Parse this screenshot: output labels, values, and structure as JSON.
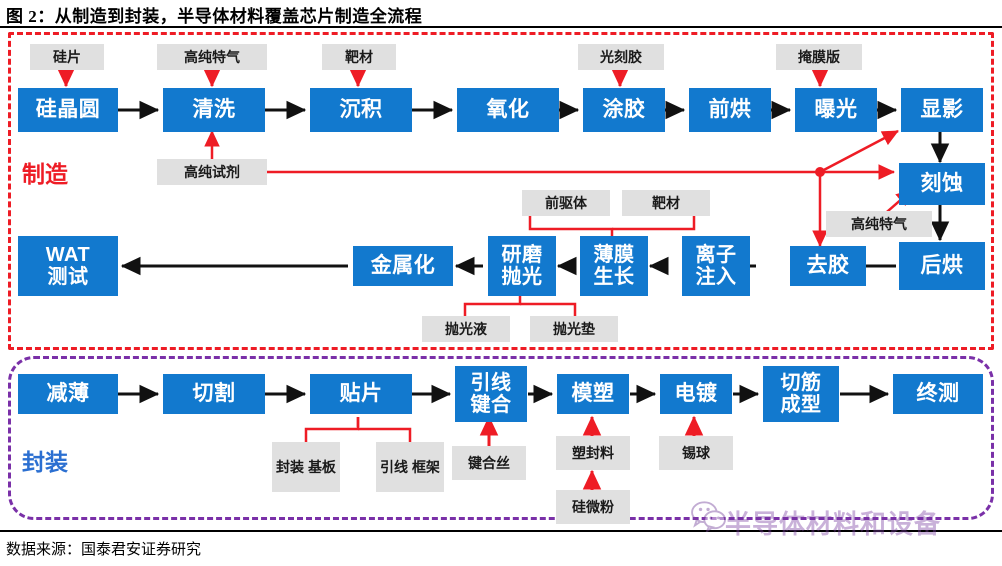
{
  "header": {
    "figure_title": "图 2：从制造到封装，半导体材料覆盖芯片制造全流程",
    "source": "数据来源：国泰君安证券研究"
  },
  "watermark": {
    "text": "半导体材料和设备",
    "icon": "wechat-icon"
  },
  "colors": {
    "process_blue": "#1279ce",
    "material_gray": "#e0e0e0",
    "manufacturing_red": "#ee1c25",
    "packaging_purple": "#7a30a8",
    "packaging_label_blue": "#2b6fd1",
    "arrow_black": "#111111",
    "arrow_red": "#ee1c25"
  },
  "zones": [
    {
      "id": "manufacturing",
      "label": "制造",
      "border_style": "dashed",
      "border_color": "#ee1c25"
    },
    {
      "id": "packaging",
      "label": "封装",
      "border_style": "dashed",
      "border_color": "#7a30a8"
    }
  ],
  "manufacturing": {
    "row1": [
      {
        "id": "p-silicon-wafer",
        "label": "硅晶圆"
      },
      {
        "id": "p-clean",
        "label": "清洗"
      },
      {
        "id": "p-deposit",
        "label": "沉积"
      },
      {
        "id": "p-oxidize",
        "label": "氧化"
      },
      {
        "id": "p-coat",
        "label": "涂胶"
      },
      {
        "id": "p-prebake",
        "label": "前烘"
      },
      {
        "id": "p-expose",
        "label": "曝光"
      },
      {
        "id": "p-develop",
        "label": "显影"
      }
    ],
    "row1_materials": [
      {
        "id": "m-silicon-slice",
        "label": "硅片"
      },
      {
        "id": "m-specialty-gas-1",
        "label": "高纯特气"
      },
      {
        "id": "m-target-1",
        "label": "靶材"
      },
      {
        "id": "m-photoresist",
        "label": "光刻胶"
      },
      {
        "id": "m-mask",
        "label": "掩膜版"
      }
    ],
    "right_column": [
      {
        "id": "p-etch",
        "label": "刻蚀"
      },
      {
        "id": "p-postbake",
        "label": "后烘"
      }
    ],
    "row2": [
      {
        "id": "p-wat-test",
        "line1": "WAT",
        "line2": "测试"
      },
      {
        "id": "p-metalize",
        "label": "金属化"
      },
      {
        "id": "p-cmp",
        "line1": "研磨",
        "line2": "抛光"
      },
      {
        "id": "p-film-grow",
        "line1": "薄膜",
        "line2": "生长"
      },
      {
        "id": "p-implant",
        "line1": "离子",
        "line2": "注入"
      },
      {
        "id": "p-strip",
        "label": "去胶"
      }
    ],
    "row2_materials": [
      {
        "id": "m-precursor",
        "label": "前驱体"
      },
      {
        "id": "m-target-2",
        "label": "靶材"
      },
      {
        "id": "m-slurry",
        "label": "抛光液"
      },
      {
        "id": "m-polish-pad",
        "label": "抛光垫"
      },
      {
        "id": "m-specialty-gas-2",
        "label": "高纯特气"
      },
      {
        "id": "m-hp-reagent",
        "label": "高纯试剂"
      }
    ]
  },
  "packaging": {
    "row": [
      {
        "id": "k-thinning",
        "label": "减薄"
      },
      {
        "id": "k-dicing",
        "label": "切割"
      },
      {
        "id": "k-die-attach",
        "label": "贴片"
      },
      {
        "id": "k-wire-bond",
        "line1": "引线",
        "line2": "键合"
      },
      {
        "id": "k-molding",
        "label": "模塑"
      },
      {
        "id": "k-plating",
        "label": "电镀"
      },
      {
        "id": "k-trim-form",
        "line1": "切筋",
        "line2": "成型"
      },
      {
        "id": "k-final-test",
        "label": "终测"
      }
    ],
    "materials": [
      {
        "id": "m-substrate",
        "line1": "封装",
        "line2": "基板"
      },
      {
        "id": "m-leadframe",
        "line1": "引线",
        "line2": "框架"
      },
      {
        "id": "m-bond-wire",
        "label": "键合丝"
      },
      {
        "id": "m-mold-compound",
        "label": "塑封料"
      },
      {
        "id": "m-silica-powder",
        "label": "硅微粉"
      },
      {
        "id": "m-solder-ball",
        "label": "锡球"
      }
    ]
  }
}
